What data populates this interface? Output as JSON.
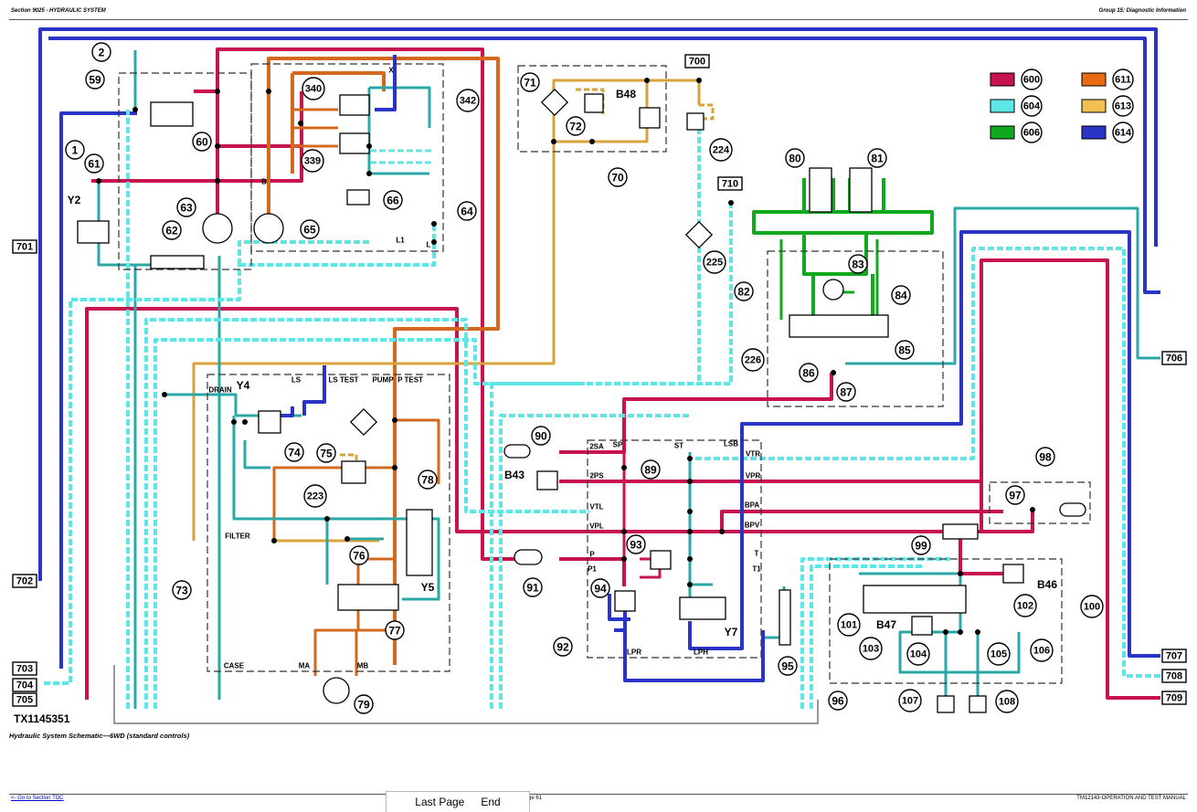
{
  "header": {
    "section": "Section 9025 - HYDRAULIC SYSTEM",
    "group": "Group 15: Diagnostic Information"
  },
  "legend": [
    {
      "code": "600",
      "color": "#c8144e"
    },
    {
      "code": "604",
      "color": "#5ee6e6"
    },
    {
      "code": "606",
      "color": "#10a81c"
    },
    {
      "code": "611",
      "color": "#e86a12"
    },
    {
      "code": "613",
      "color": "#f2c050"
    },
    {
      "code": "614",
      "color": "#2a35c8"
    }
  ],
  "line_colors": {
    "pressure": "#c8144e",
    "return": "#2aa8a8",
    "return_dash": "#5ee6e6",
    "steer": "#10a81c",
    "pump": "#d2691e",
    "pilot": "#d9a23a",
    "drain": "#2a35c8",
    "outline": "#333333"
  },
  "components": [
    "1",
    "2",
    "59",
    "60",
    "61",
    "62",
    "63",
    "64",
    "65",
    "66",
    "70",
    "71",
    "72",
    "73",
    "74",
    "75",
    "76",
    "77",
    "78",
    "79",
    "80",
    "81",
    "82",
    "83",
    "84",
    "85",
    "86",
    "87",
    "89",
    "90",
    "91",
    "92",
    "93",
    "94",
    "95",
    "96",
    "97",
    "98",
    "99",
    "100",
    "101",
    "102",
    "103",
    "104",
    "105",
    "106",
    "107",
    "108",
    "223",
    "224",
    "225",
    "226",
    "339",
    "340",
    "342"
  ],
  "boxed_labels": [
    "700",
    "710",
    "701",
    "702",
    "703",
    "704",
    "705",
    "706",
    "707",
    "708",
    "709"
  ],
  "component_labels": [
    "Y2",
    "Y4",
    "Y5",
    "Y7",
    "B43",
    "B46",
    "B47",
    "B48"
  ],
  "port_labels": [
    "X",
    "B",
    "L1",
    "L",
    "LS",
    "LS TEST",
    "PUMP",
    "P TEST",
    "DRAIN",
    "FILTER",
    "CASE",
    "MA",
    "MB",
    "2SA",
    "SP",
    "ST",
    "LSB",
    "VTR",
    "2PS",
    "VPR",
    "VTL",
    "BPA",
    "VPL",
    "BPV",
    "P",
    "P1",
    "T",
    "T1",
    "LPR",
    "LPH"
  ],
  "figure_id": "TX1145351",
  "caption": "Hydraulic System Schematic—6WD (standard controls)",
  "footer": {
    "toc_link": "<- Go to Section TOC",
    "page": "ge 61",
    "manual": "TM12143-OPERATION AND TEST MANUAL"
  },
  "nav": {
    "last_page": "Last Page",
    "end": "End"
  }
}
